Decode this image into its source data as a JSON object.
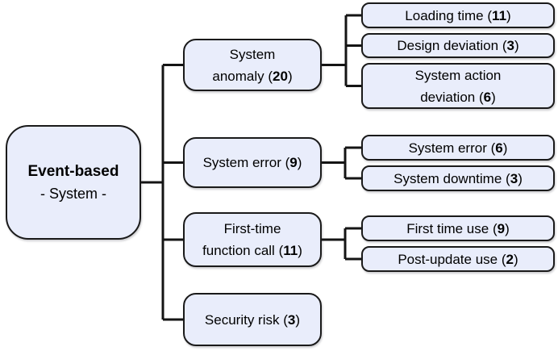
{
  "colors": {
    "background": "#ffffff",
    "node_fill": "#e9edfb",
    "node_border": "#1a1a1a",
    "connector": "#141414",
    "text": "#000000"
  },
  "tree": {
    "root": {
      "title": "Event-based",
      "subtitle": "- System -"
    },
    "branches": [
      {
        "lines": [
          "System",
          "anomaly"
        ],
        "count": "20",
        "children": [
          {
            "lines": [
              "Loading time"
            ],
            "count": "11"
          },
          {
            "lines": [
              "Design deviation"
            ],
            "count": "3"
          },
          {
            "lines": [
              "System action",
              "deviation"
            ],
            "count": "6"
          }
        ]
      },
      {
        "lines": [
          "System error"
        ],
        "count": "9",
        "children": [
          {
            "lines": [
              "System error"
            ],
            "count": "6"
          },
          {
            "lines": [
              "System downtime"
            ],
            "count": "3"
          }
        ]
      },
      {
        "lines": [
          "First-time",
          "function call"
        ],
        "count": "11",
        "children": [
          {
            "lines": [
              "First time use"
            ],
            "count": "9"
          },
          {
            "lines": [
              "Post-update use"
            ],
            "count": "2"
          }
        ]
      },
      {
        "lines": [
          "Security risk"
        ],
        "count": "3",
        "children": []
      }
    ]
  }
}
